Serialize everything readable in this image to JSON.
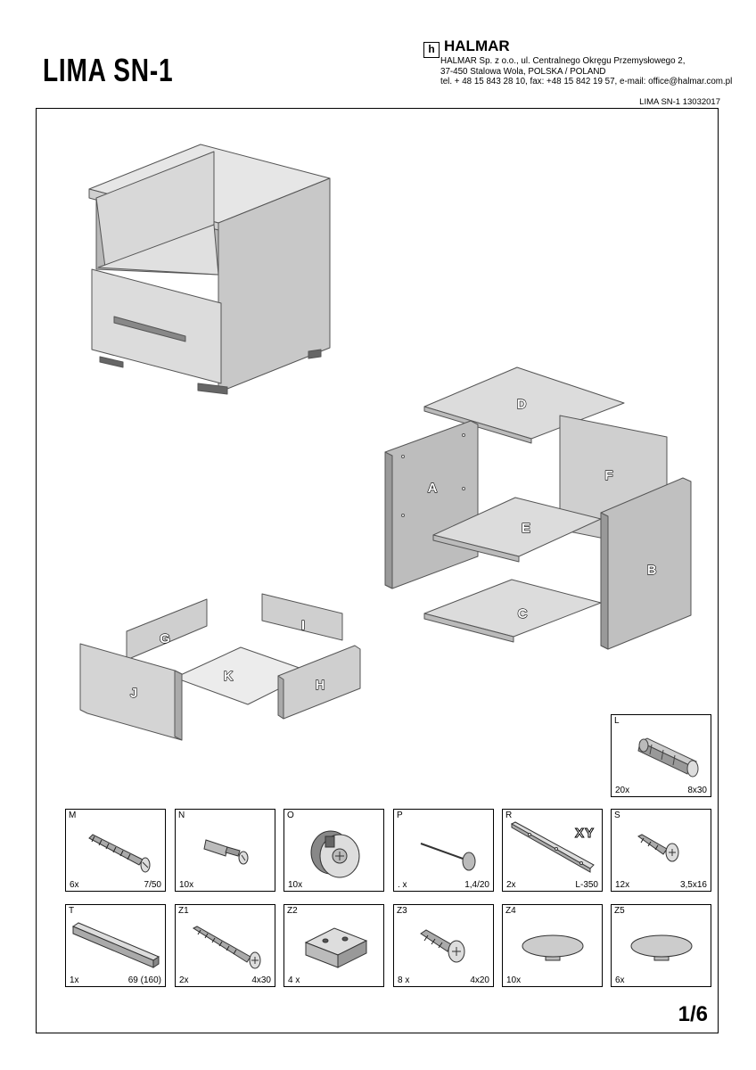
{
  "header": {
    "title": "LIMA  SN-1",
    "brand": "HALMAR",
    "brand_logo": "h",
    "address_lines": [
      "HALMAR Sp. z o.o., ul. Centralnego Okręgu Przemysłowego 2,",
      "37-450 Stalowa Wola, POLSKA  / POLAND",
      "tel. + 48 15 843 28 10, fax: +48 15 842 19 57, e-mail: office@halmar.com.pl"
    ],
    "reference": "LIMA SN-1 13032017"
  },
  "panels": {
    "D": "D",
    "A": "A",
    "F": "F",
    "E": "E",
    "B": "B",
    "C": "C",
    "G": "G",
    "I": "I",
    "K": "K",
    "J": "J",
    "H": "H"
  },
  "parts": [
    {
      "code": "L",
      "qty": "20x",
      "size": "8x30",
      "icon": "wooden-dowel-icon"
    },
    {
      "code": "M",
      "qty": "6x",
      "size": "7/50",
      "icon": "confirmat-screw-icon"
    },
    {
      "code": "N",
      "qty": "10x",
      "size": "",
      "icon": "connector-bolt-icon"
    },
    {
      "code": "O",
      "qty": "10x",
      "size": "",
      "icon": "cam-lock-icon"
    },
    {
      "code": "P",
      "qty": ".   x",
      "size": "1,4/20",
      "icon": "nail-icon"
    },
    {
      "code": "R",
      "qty": "2x",
      "size": "L-350",
      "icon": "drawer-runner-icon",
      "extra": "XY"
    },
    {
      "code": "S",
      "qty": "12x",
      "size": "3,5x16",
      "icon": "short-screw-icon"
    },
    {
      "code": "T",
      "qty": "1x",
      "size": "69 (160)",
      "icon": "handle-bar-icon"
    },
    {
      "code": "Z1",
      "qty": "2x",
      "size": "4x30",
      "icon": "long-screw-icon"
    },
    {
      "code": "Z2",
      "qty": "4 x",
      "size": "",
      "icon": "foot-block-icon"
    },
    {
      "code": "Z3",
      "qty": "8 x",
      "size": "4x20",
      "icon": "flange-screw-icon"
    },
    {
      "code": "Z4",
      "qty": "10x",
      "size": "",
      "icon": "glide-pad-icon"
    },
    {
      "code": "Z5",
      "qty": "6x",
      "size": "",
      "icon": "glide-pad-icon"
    }
  ],
  "page": "1/6"
}
